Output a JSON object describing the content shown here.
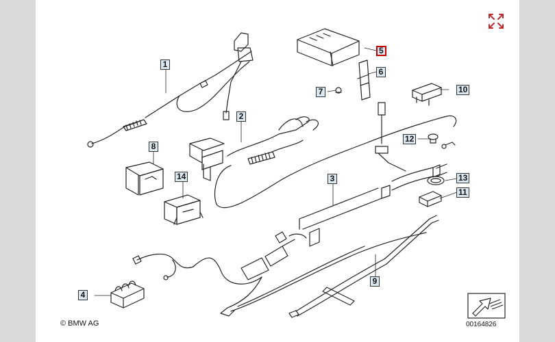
{
  "viewer": {
    "expand_icon": "expand-arrows-icon",
    "accent_color": "#c0282f",
    "callout_bg": "#dce8f0",
    "highlight_color": "#c00000"
  },
  "diagram": {
    "callouts": [
      "1",
      "2",
      "3",
      "4",
      "5",
      "6",
      "7",
      "8",
      "9",
      "10",
      "11",
      "12",
      "13",
      "14"
    ],
    "highlighted_callout": "5",
    "copyright": "© BMW AG",
    "drawing_number": "00164826",
    "next_icon": "next-page-arrow-icon"
  }
}
